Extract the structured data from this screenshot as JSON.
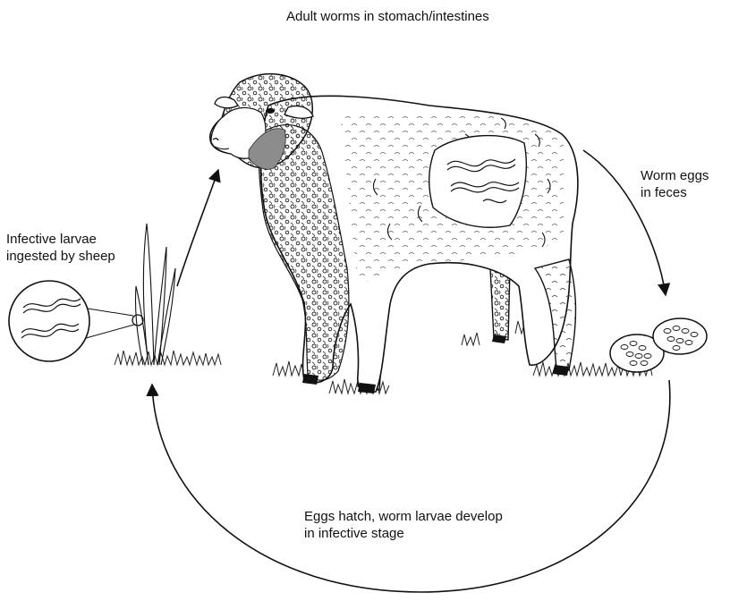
{
  "labels": {
    "adult_worms": "Adult worms in stomach/intestines",
    "worm_eggs": [
      "Worm eggs",
      "in feces"
    ],
    "infective_larvae": [
      "Infective larvae",
      "ingested by sheep"
    ],
    "eggs_hatch": [
      "Eggs hatch, worm larvae develop",
      "in infective stage"
    ]
  },
  "colors": {
    "ink": "#111111",
    "throat_highlight": "#8c8c8c",
    "background": "#ffffff"
  },
  "icons": {
    "sheep": "sheep-illustration",
    "larvae_magnifier": "magnified-larvae-circle",
    "eggs": "egg-clusters"
  }
}
